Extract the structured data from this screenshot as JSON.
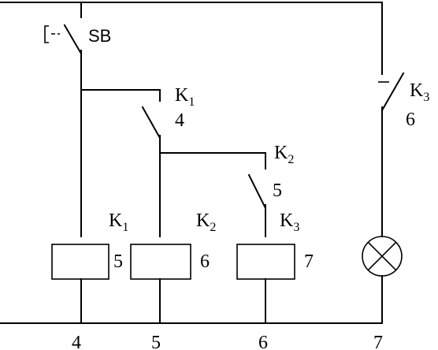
{
  "switch_sb": {
    "name": "SB"
  },
  "contacts": [
    {
      "main": "K",
      "sub": "1",
      "num": "4"
    },
    {
      "main": "K",
      "sub": "2",
      "num": "5"
    },
    {
      "main": "K",
      "sub": "3",
      "num": "6"
    }
  ],
  "coils": [
    {
      "main": "K",
      "sub": "1",
      "num": "5"
    },
    {
      "main": "K",
      "sub": "2",
      "num": "6"
    },
    {
      "main": "K",
      "sub": "3",
      "num": "7"
    }
  ],
  "bottom_numbers": [
    "4",
    "5",
    "6",
    "7"
  ]
}
